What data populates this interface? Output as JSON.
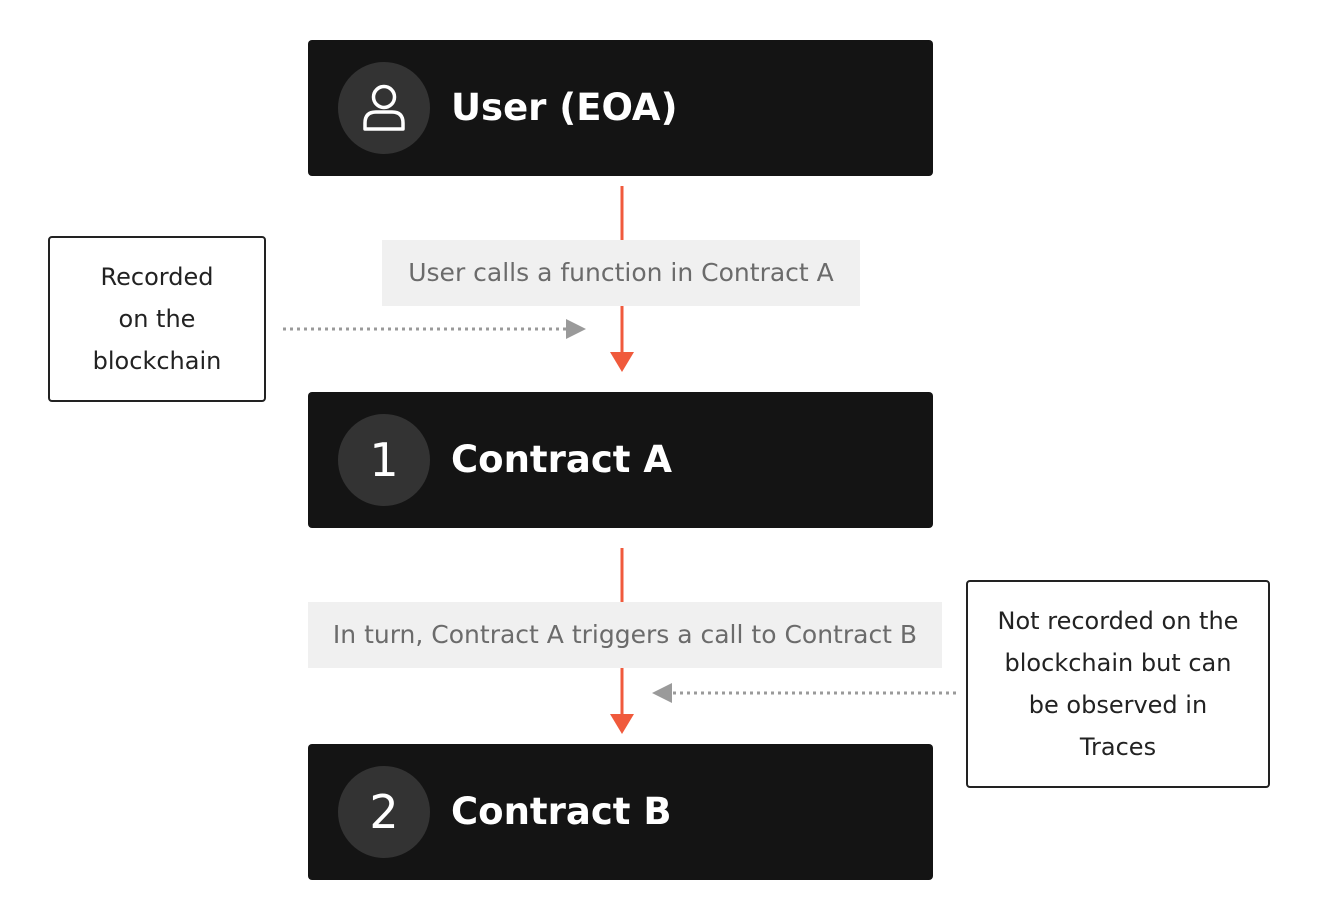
{
  "nodes": [
    {
      "icon": "user-icon",
      "badge": "",
      "title": "User (EOA)"
    },
    {
      "icon": "",
      "badge": "1",
      "title": "Contract A"
    },
    {
      "icon": "",
      "badge": "2",
      "title": "Contract B"
    }
  ],
  "edges": [
    {
      "label": "User calls a function in Contract A"
    },
    {
      "label": "In turn, Contract A triggers a call to Contract B"
    }
  ],
  "notes": [
    {
      "lines": [
        "Recorded",
        "on the",
        "blockchain"
      ]
    },
    {
      "lines": [
        "Not recorded on the",
        "blockchain but can",
        "be observed in",
        "Traces"
      ]
    }
  ],
  "colors": {
    "node_bg": "#141414",
    "badge_bg": "#333333",
    "arrow": "#f05a3c",
    "dotted_arrow": "#9a9a9a",
    "label_bg": "#f0f0f0"
  }
}
